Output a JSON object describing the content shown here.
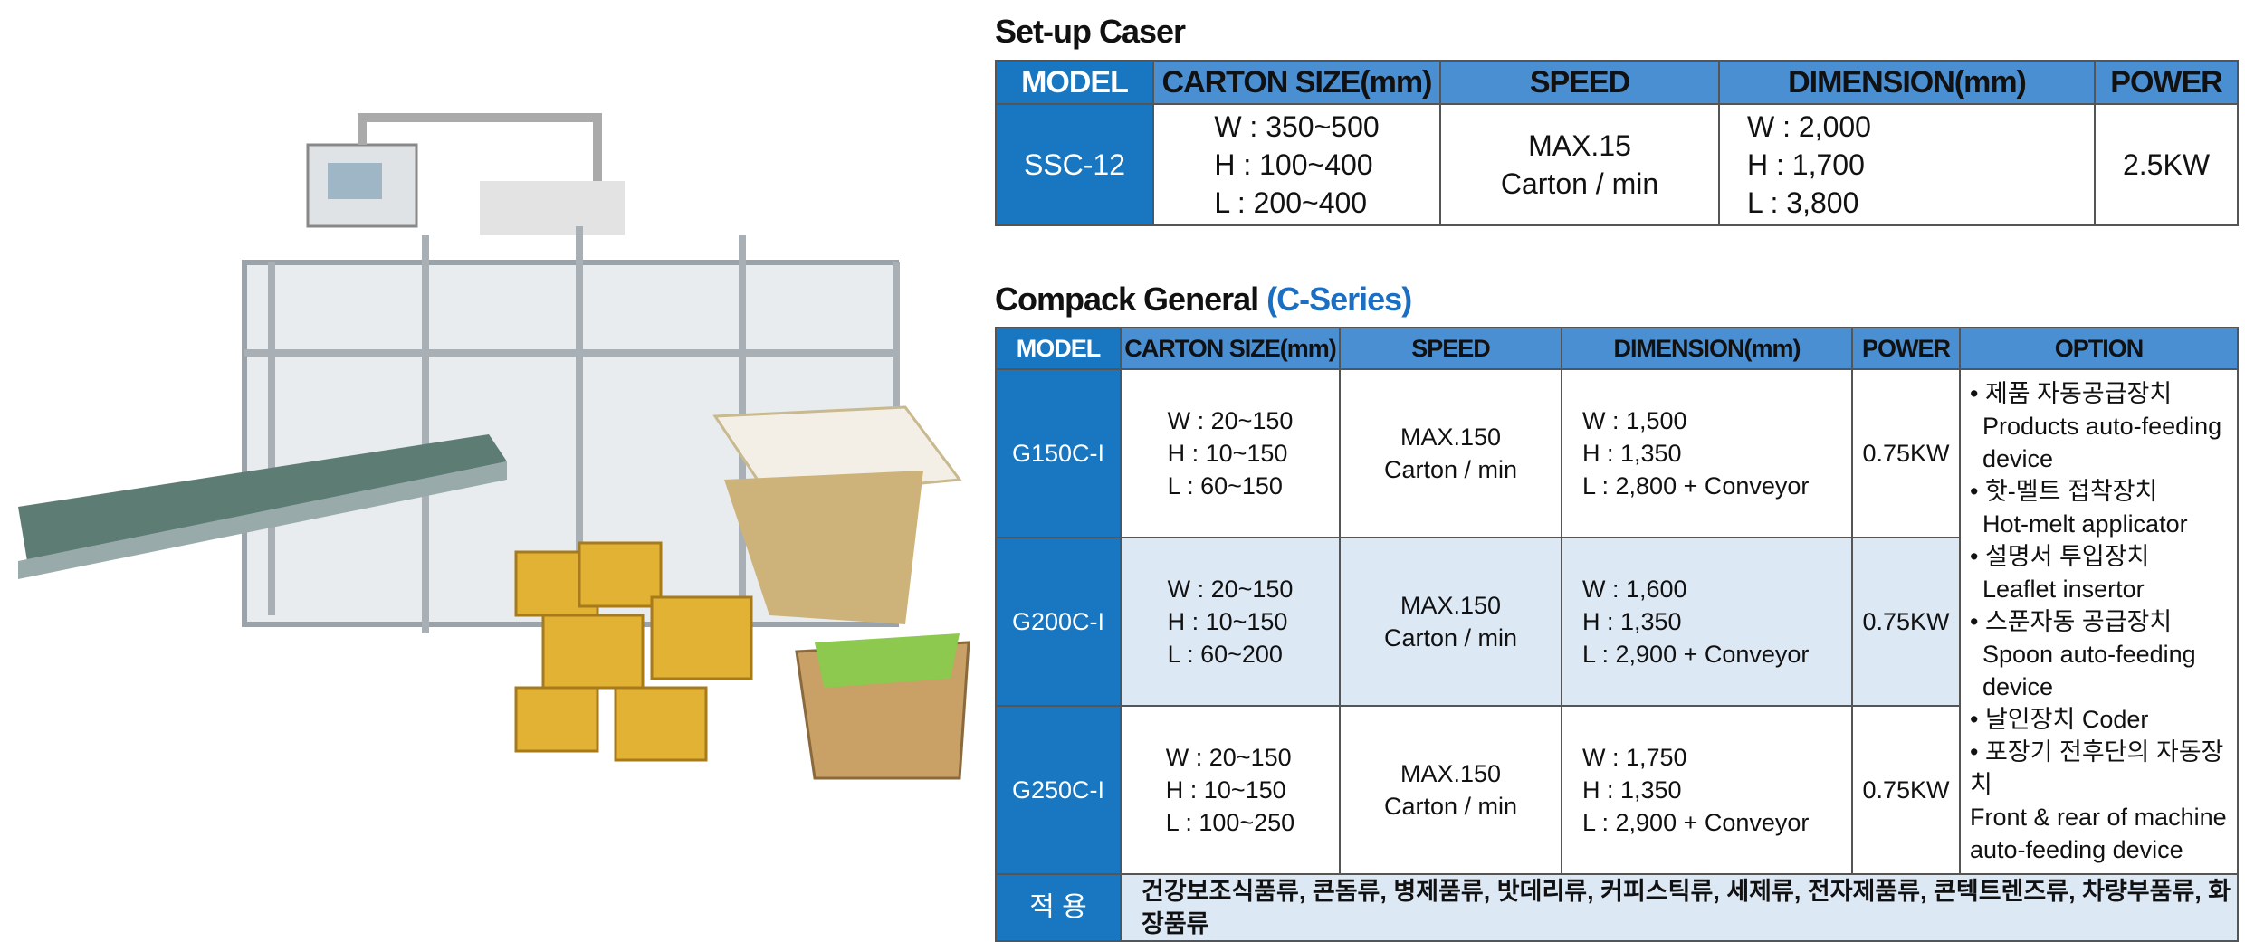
{
  "setup_caser": {
    "title": "Set-up Caser",
    "headers": [
      "MODEL",
      "CARTON SIZE(mm)",
      "SPEED",
      "DIMENSION(mm)",
      "POWER"
    ],
    "row": {
      "model": "SSC-12",
      "carton": [
        "W : 350~500",
        "H  : 100~400",
        "L   : 200~400"
      ],
      "speed": [
        "MAX.15",
        "Carton / min"
      ],
      "dimension": [
        "W : 2,000",
        "H  : 1,700",
        "L   :  3,800"
      ],
      "power": "2.5KW"
    }
  },
  "compack": {
    "title": "Compack General",
    "title_suffix": "(C-Series)",
    "headers": [
      "MODEL",
      "CARTON SIZE(mm)",
      "SPEED",
      "DIMENSION(mm)",
      "POWER",
      "OPTION"
    ],
    "rows": [
      {
        "model": "G150C-I",
        "carton": [
          "W : 20~150",
          "H : 10~150",
          "L  : 60~150"
        ],
        "speed": [
          "MAX.150",
          "Carton / min"
        ],
        "dimension": [
          "W : 1,500",
          "H : 1,350",
          "L  : 2,800 + Conveyor"
        ],
        "power": "0.75KW"
      },
      {
        "model": "G200C-I",
        "carton": [
          "W : 20~150",
          "H : 10~150",
          "L  : 60~200"
        ],
        "speed": [
          "MAX.150",
          "Carton / min"
        ],
        "dimension": [
          "W : 1,600",
          "H : 1,350",
          "L  : 2,900 + Conveyor"
        ],
        "power": "0.75KW"
      },
      {
        "model": "G250C-I",
        "carton": [
          "W : 20~150",
          "H : 10~150",
          "L  : 100~250"
        ],
        "speed": [
          "MAX.150",
          "Carton / min"
        ],
        "dimension": [
          "W : 1,750",
          "H : 1,350",
          "L  : 2,900 + Conveyor"
        ],
        "power": "0.75KW"
      }
    ],
    "options": [
      {
        "ko": "제품 자동공급장치",
        "en": "Products auto-feeding device"
      },
      {
        "ko": "핫-멜트 접착장치",
        "en": "Hot-melt applicator"
      },
      {
        "ko": "설명서 투입장치",
        "en": "Leaflet insertor"
      },
      {
        "ko": "스푼자동 공급장치",
        "en": "Spoon auto-feeding device"
      },
      {
        "ko": "날인장치 Coder",
        "en": ""
      },
      {
        "ko": "포장기 전후단의 자동장치",
        "en": "Front & rear of machine auto-feeding device"
      }
    ],
    "application_label": "적 용",
    "application": "건강보조식품류, 콘돔류, 병제품류, 밧데리류, 커피스틱류, 세제류, 전자제품류, 콘텍트렌즈류, 차량부품류, 화장품류"
  }
}
